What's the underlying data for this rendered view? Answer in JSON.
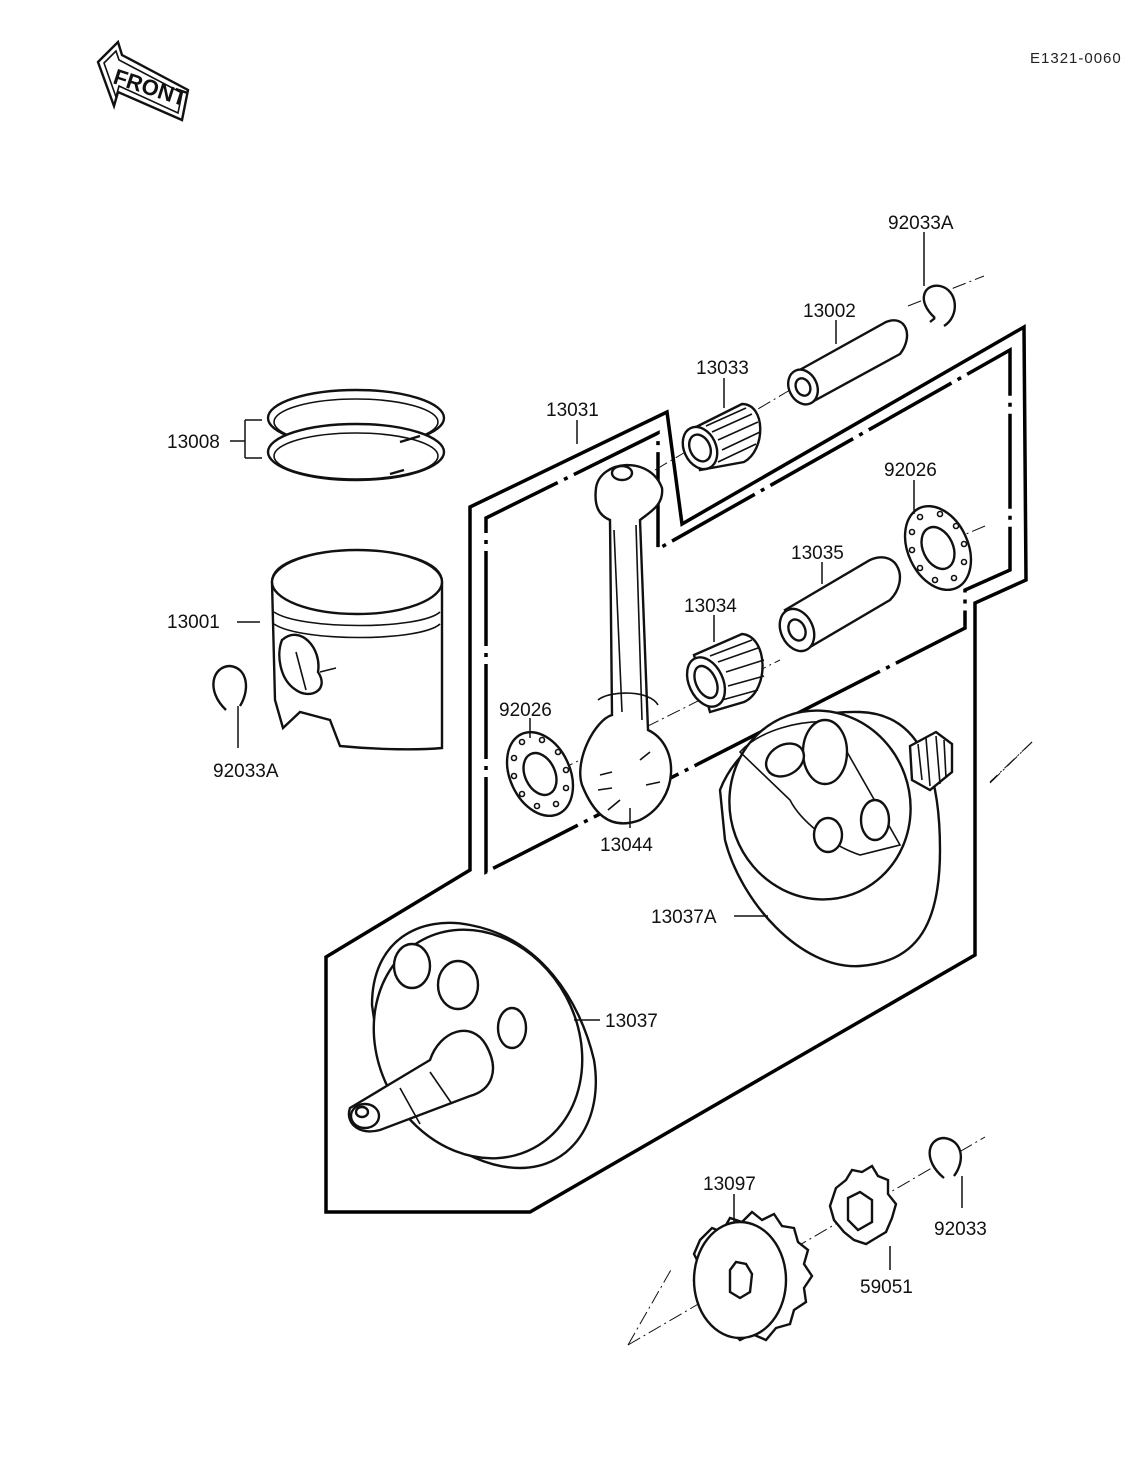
{
  "diagram_ref": "E1321-0060",
  "front_indicator": "FRONT",
  "part_labels": {
    "circlip_top": "92033A",
    "piston_pin": "13002",
    "small_end_bearing": "13033",
    "connecting_rod": "13031",
    "piston_rings": "13008",
    "thrust_washer_right": "92026",
    "crankpin": "13035",
    "big_end_bearing": "13034",
    "piston": "13001",
    "thrust_washer_left": "92026",
    "circlip_piston": "92033A",
    "con_rod_assembly": "13044",
    "crank_half_right": "13037A",
    "crank_half_left": "13037",
    "primary_gear": "13097",
    "sprocket": "59051",
    "circlip_gear": "92033"
  }
}
